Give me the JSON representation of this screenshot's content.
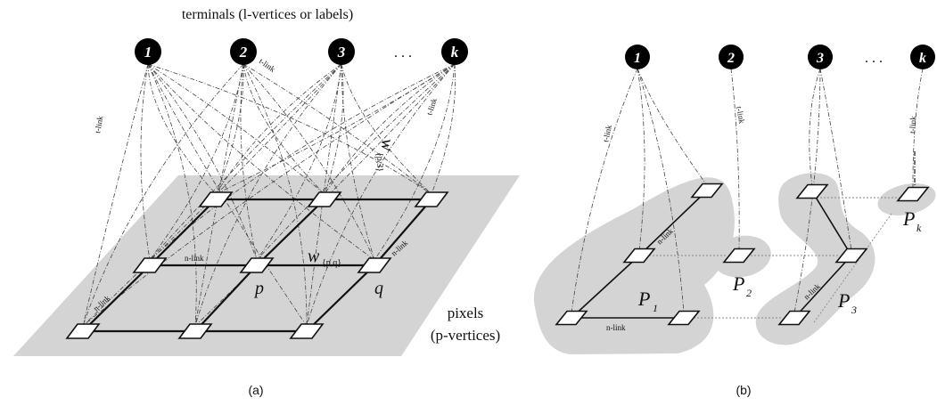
{
  "panel_a": {
    "header": "terminals  (l-vertices or labels)",
    "terminals": [
      "1",
      "2",
      "3",
      "k"
    ],
    "ellipsis": ". . .",
    "tlink_label": "t-link",
    "nlink_label": "n-link",
    "weight_pq": {
      "base": "w",
      "sub": "{p,q}"
    },
    "weight_p3": {
      "base": "w",
      "sub": "{p,3}"
    },
    "pixel_p": "p",
    "pixel_q": "q",
    "pixels_line1": "pixels",
    "pixels_line2": "(p-vertices)",
    "caption": "(a)"
  },
  "panel_b": {
    "terminals": [
      "1",
      "2",
      "3",
      "k"
    ],
    "ellipsis": ". . .",
    "tlink_label": "t-link",
    "nlink_label": "n-link",
    "regions": [
      {
        "base": "P",
        "sub": "1"
      },
      {
        "base": "P",
        "sub": "2"
      },
      {
        "base": "P",
        "sub": "3"
      },
      {
        "base": "P",
        "sub": "k"
      }
    ],
    "caption": "(b)"
  },
  "colors": {
    "plane": "#d4d4d4",
    "terminal_fill": "#000000",
    "terminal_text": "#ffffff",
    "edge": "#222222"
  }
}
